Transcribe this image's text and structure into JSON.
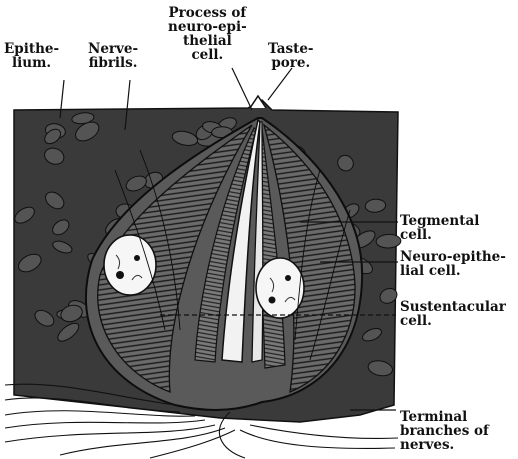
{
  "labels": {
    "epithelium": [
      "Epithe-",
      "lium."
    ],
    "nerve_fibrils": [
      "Nerve-",
      "fibrils."
    ],
    "process": [
      "Process of",
      "neuro-epi-",
      "thelial",
      "cell."
    ],
    "taste_pore": [
      "Taste-",
      "pore."
    ],
    "tegmental": [
      "Tegmental",
      "cell."
    ],
    "neuro_epithelial": [
      "Neuro-epithe-",
      "lial cell."
    ],
    "sustentacular": [
      "Sustentacular",
      "cell."
    ],
    "terminal": [
      "Terminal",
      "branches of",
      "nerves."
    ]
  }
}
